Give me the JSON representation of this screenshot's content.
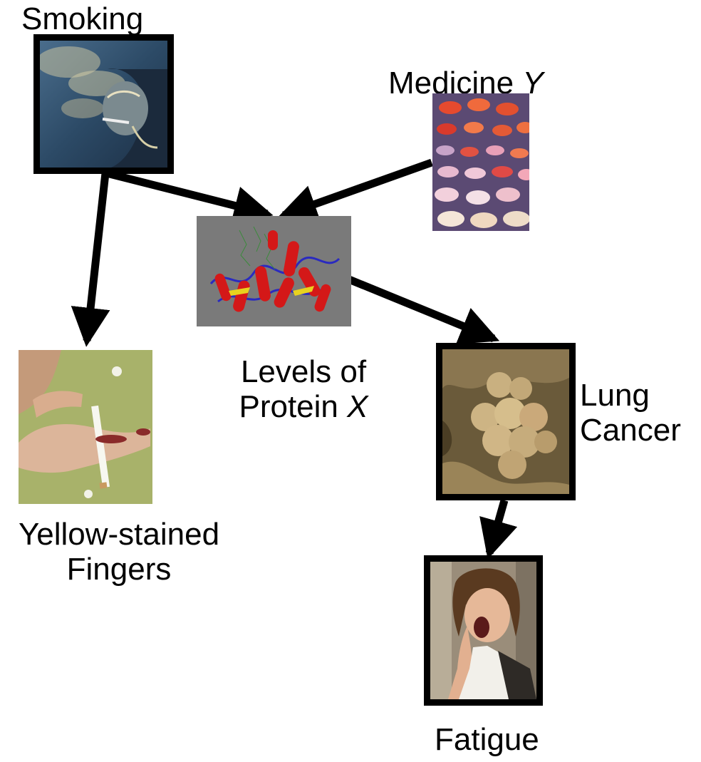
{
  "nodes": {
    "smoking": {
      "label": "Smoking",
      "image": "smoking-photo"
    },
    "medicine": {
      "label": "Medicine",
      "label_var": "Y",
      "image": "pills-photo"
    },
    "protein": {
      "line1": "Levels of",
      "line2_prefix": "Protein",
      "line2_var": "X",
      "image": "protein-structure"
    },
    "fingers": {
      "line1": "Yellow-stained",
      "line2": "Fingers",
      "image": "stained-fingers-photo"
    },
    "cancer": {
      "line1": "Lung",
      "line2": "Cancer",
      "image": "lung-cancer-cells-photo"
    },
    "fatigue": {
      "label": "Fatigue",
      "image": "yawning-person-photo"
    }
  },
  "edges": [
    {
      "from": "Smoking",
      "to": "Levels of Protein X"
    },
    {
      "from": "Medicine Y",
      "to": "Levels of Protein X"
    },
    {
      "from": "Smoking",
      "to": "Yellow-stained Fingers"
    },
    {
      "from": "Levels of Protein X",
      "to": "Lung Cancer"
    },
    {
      "from": "Lung Cancer",
      "to": "Fatigue"
    }
  ],
  "colors": {
    "arrow": "#000000",
    "frame": "#000000",
    "background": "#ffffff"
  }
}
